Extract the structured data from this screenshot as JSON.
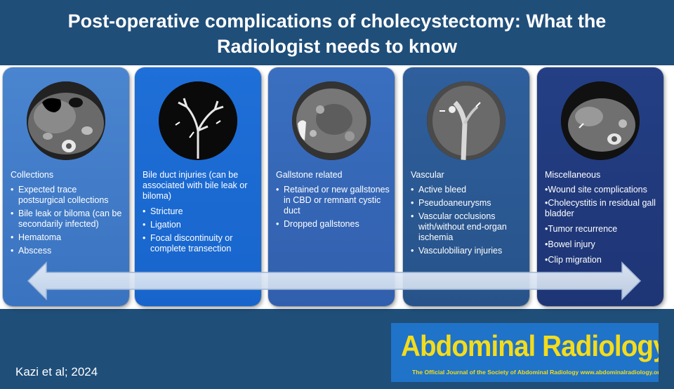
{
  "title": {
    "line1": "Post-operative complications of cholecystectomy: What the",
    "line2": "Radiologist needs to know"
  },
  "panels": [
    {
      "heading": "Collections",
      "items": [
        "Expected trace postsurgical collections",
        "Bile leak or biloma (can be secondarily infected)",
        "Hematoma",
        "Abscess"
      ]
    },
    {
      "heading": "Bile duct injuries (can be associated with bile leak or biloma)",
      "items": [
        "Stricture",
        "Ligation",
        "Focal discontinuity or complete transection"
      ]
    },
    {
      "heading": "Gallstone related",
      "items": [
        "Retained or new gallstones in CBD or remnant cystic duct",
        "Dropped gallstones"
      ]
    },
    {
      "heading": "Vascular",
      "items": [
        "Active bleed",
        "Pseudoaneurysms",
        "Vascular occlusions with/without end-organ ischemia",
        "Vasculobiliary injuries"
      ]
    },
    {
      "heading": "Miscellaneous",
      "items": [
        "•Wound site complications",
        "•Cholecystitis in residual gall bladder",
        "•Tumor recurrence",
        "•Bowel injury",
        "•Clip migration"
      ]
    }
  ],
  "citation": "Kazi et al; 2024",
  "journal": {
    "name": "Abdominal Radiology",
    "tagline": "The Official Journal of the Society of Abdominal Radiology  www.abdominalradiology.org"
  }
}
